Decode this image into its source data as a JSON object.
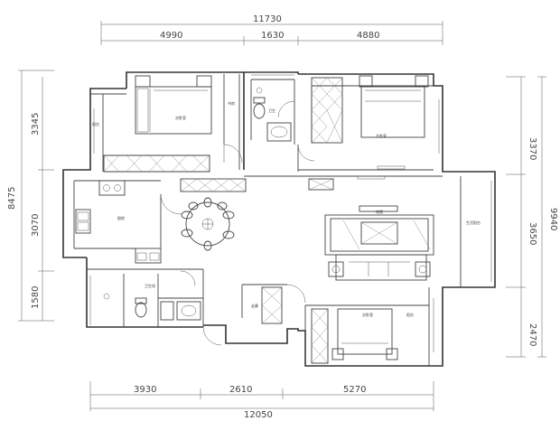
{
  "dimensions": {
    "top_total": "11730",
    "top_segments": [
      "4990",
      "1630",
      "4880"
    ],
    "bottom_total": "12050",
    "bottom_segments": [
      "3930",
      "2610",
      "5270"
    ],
    "left_total": "8475",
    "left_segments": [
      "3345",
      "3070",
      "1580"
    ],
    "right_total": "9940",
    "right_segments": [
      "3370",
      "3650",
      "2470"
    ]
  },
  "rooms": {
    "master_bedroom": "次卧室",
    "right_bedroom": "主卧室",
    "bottom_bedroom": "次卧室",
    "balcony_left": "阳台",
    "study": "书房",
    "toilet": "卫生",
    "kitchen": "厨房",
    "bathroom": "卫生间",
    "tv_wall": "电视",
    "living_balcony": "生活阳台",
    "corridor": "走廊",
    "balcony_bottom": "阳台"
  }
}
